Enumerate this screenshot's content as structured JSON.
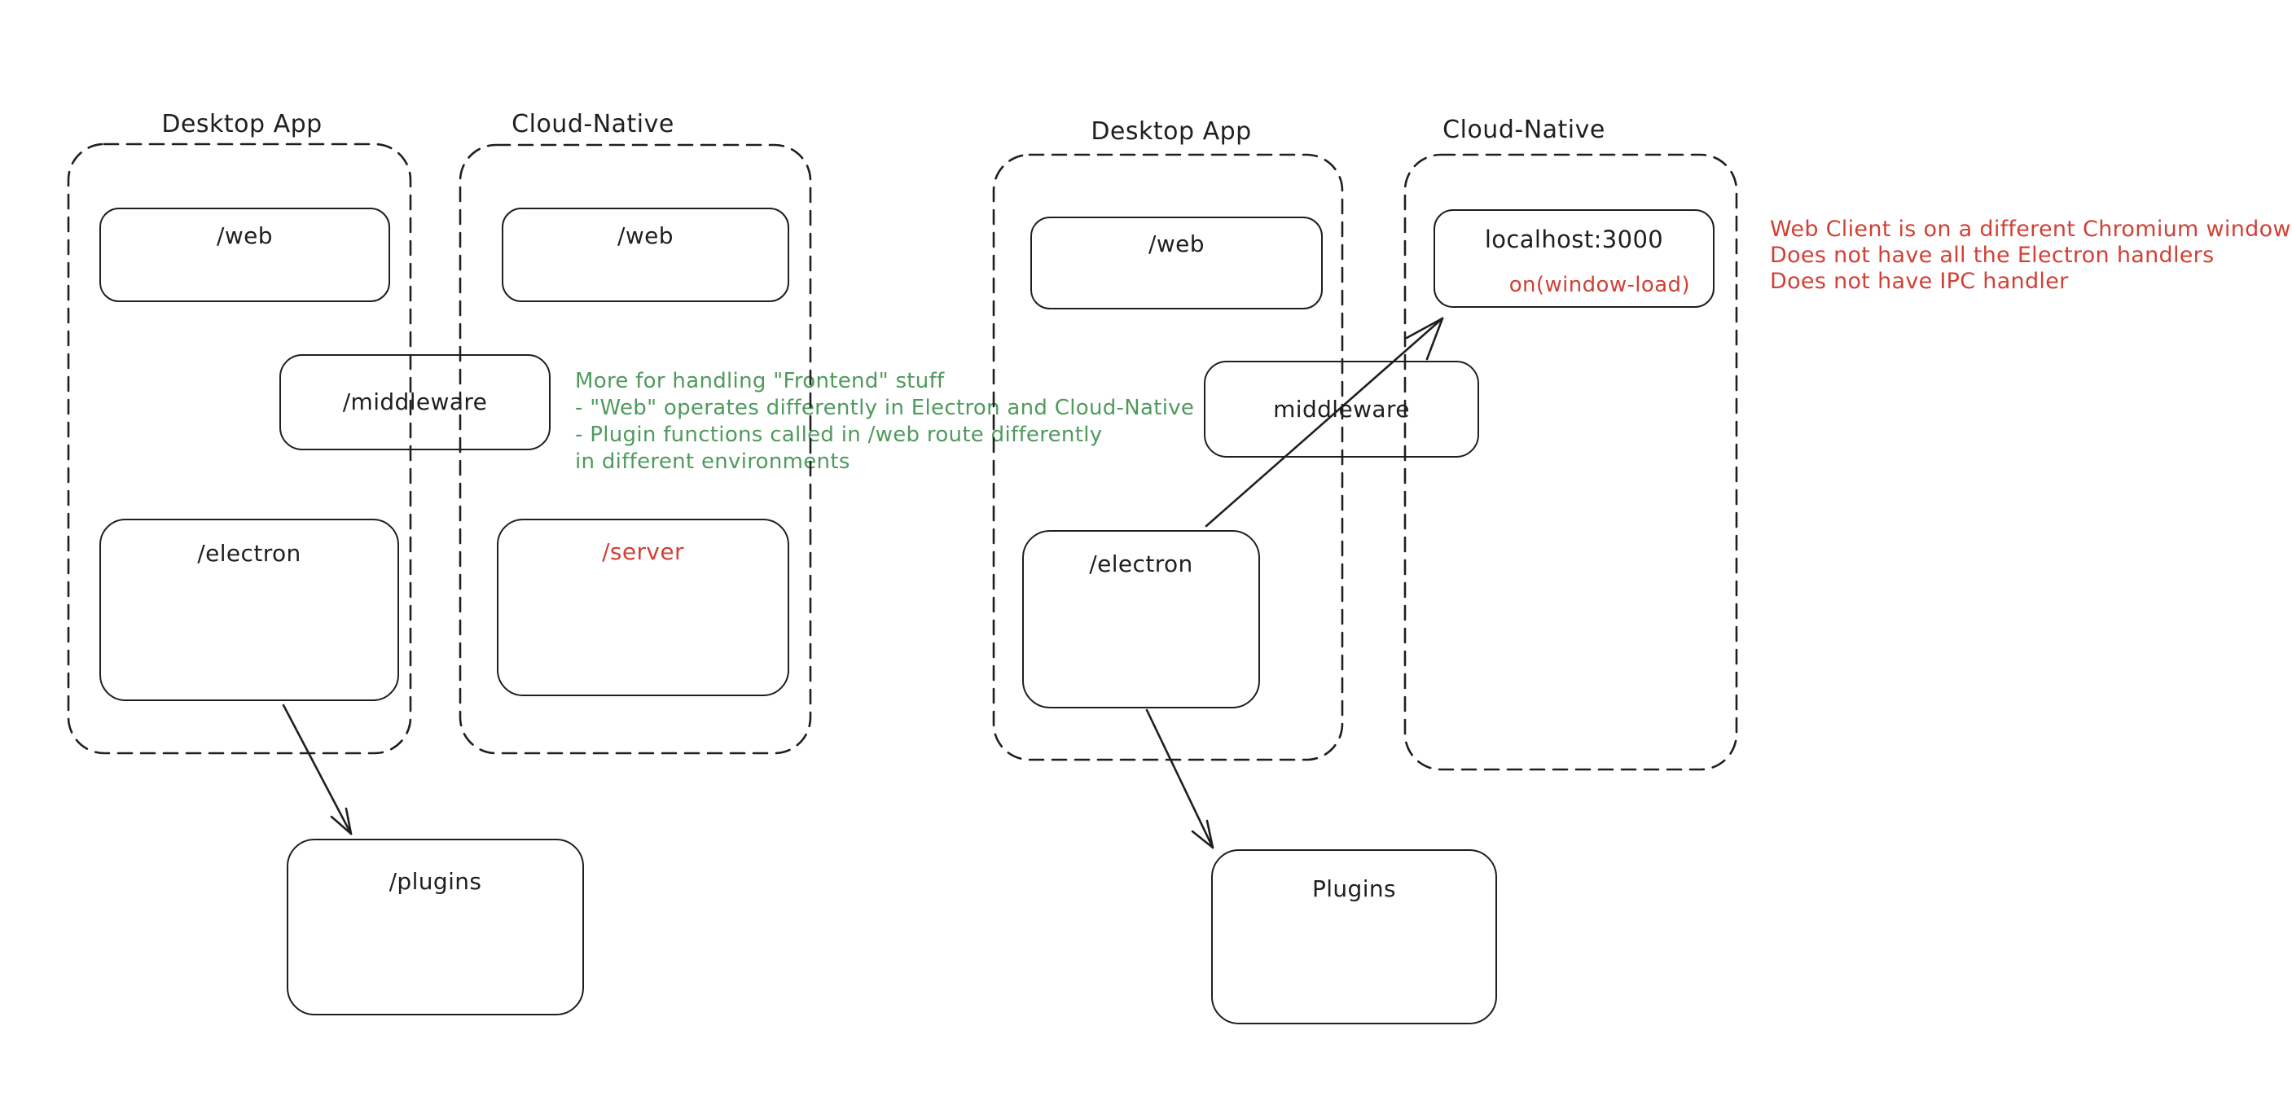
{
  "colors": {
    "ink": "#1f1f1f",
    "green": "#4f9a5c",
    "red": "#d04136",
    "background": "#ffffff"
  },
  "left": {
    "desktop": {
      "title": "Desktop App",
      "web": "/web",
      "middleware": "/middleware",
      "electron": "/electron"
    },
    "cloud": {
      "title": "Cloud-Native",
      "web": "/web",
      "server": "/server"
    },
    "plugins": "/plugins",
    "green_note": {
      "line1": "More for handling \"Frontend\" stuff",
      "line2": "- \"Web\" operates differently in Electron and Cloud-Native",
      "line3": "- Plugin functions called in /web route differently",
      "line4": "in different environments"
    }
  },
  "right": {
    "desktop": {
      "title": "Desktop App",
      "web": "/web",
      "middleware": "middleware",
      "electron": "/electron"
    },
    "cloud": {
      "title": "Cloud-Native",
      "localhost": "localhost:3000",
      "event": "on(window-load)"
    },
    "plugins": "Plugins",
    "red_note": {
      "line1": "Web Client is on a different Chromium window",
      "line2": "Does not have all the Electron handlers",
      "line3": "Does not have IPC handler"
    }
  }
}
